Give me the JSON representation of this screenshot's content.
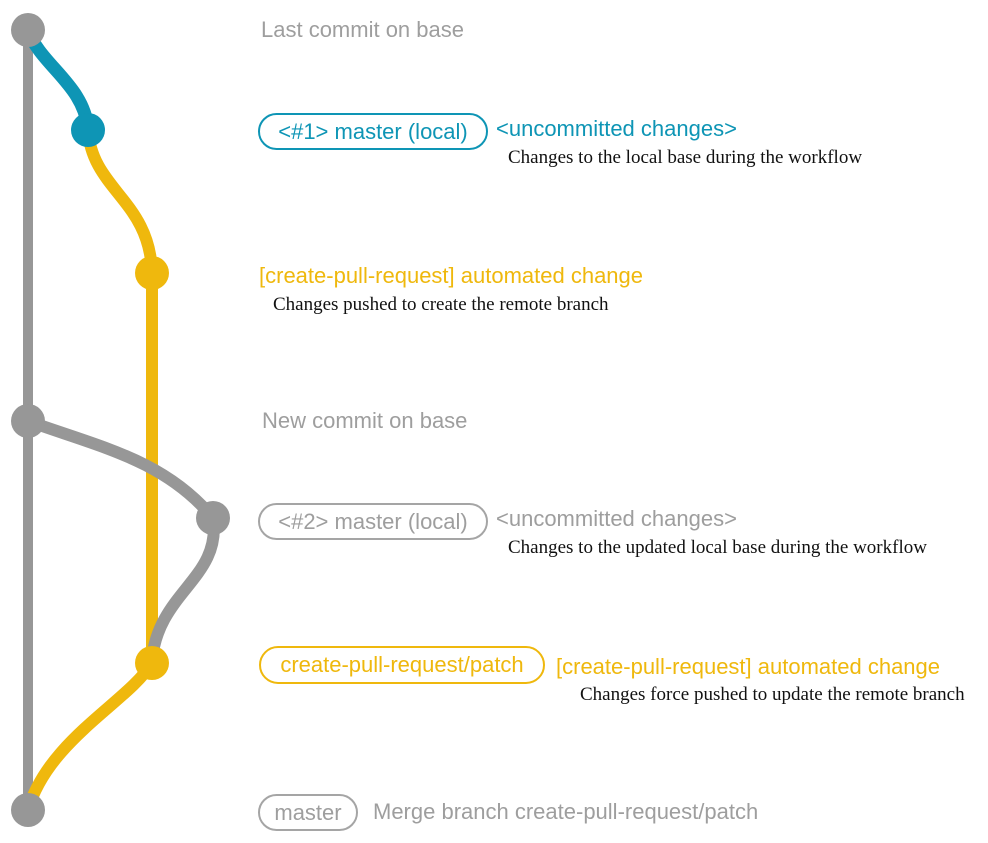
{
  "diagram_title": "create-pull-request action git workflow diagram",
  "palette": {
    "base_branch_gray": "#979797",
    "local_branch_blue": "#0e95b5",
    "patch_branch_yellow": "#efb80d",
    "gray_text": "#9e9e9e",
    "description_text": "#111111",
    "background": "#ffffff"
  },
  "graph": {
    "commit_dots": [
      {
        "name": "last-commit-on-base",
        "color": "gray"
      },
      {
        "name": "uncommitted-changes-1",
        "color": "blue"
      },
      {
        "name": "automated-change-1",
        "color": "yellow"
      },
      {
        "name": "new-commit-on-base",
        "color": "gray"
      },
      {
        "name": "uncommitted-changes-2",
        "color": "gray"
      },
      {
        "name": "automated-change-2",
        "color": "yellow"
      },
      {
        "name": "merge-commit",
        "color": "gray"
      }
    ]
  },
  "annotations": {
    "last_commit_on_base": "Last commit on base",
    "pill_master_local_1": "<#1> master (local)",
    "uncommitted_changes_1": "<uncommitted changes>",
    "desc_uncommitted_1": "Changes to the local base during the workflow",
    "automated_change_1": "[create-pull-request] automated change",
    "desc_automated_1": "Changes pushed to create the remote branch",
    "new_commit_on_base": "New commit on base",
    "pill_master_local_2": "<#2> master (local)",
    "uncommitted_changes_2": "<uncommitted changes>",
    "desc_uncommitted_2": "Changes to the updated local base during the workflow",
    "pill_patch_branch": "create-pull-request/patch",
    "automated_change_2": "[create-pull-request] automated change",
    "desc_automated_2": "Changes force pushed to update the remote branch",
    "pill_master": "master",
    "merge_branch": "Merge branch create-pull-request/patch"
  }
}
